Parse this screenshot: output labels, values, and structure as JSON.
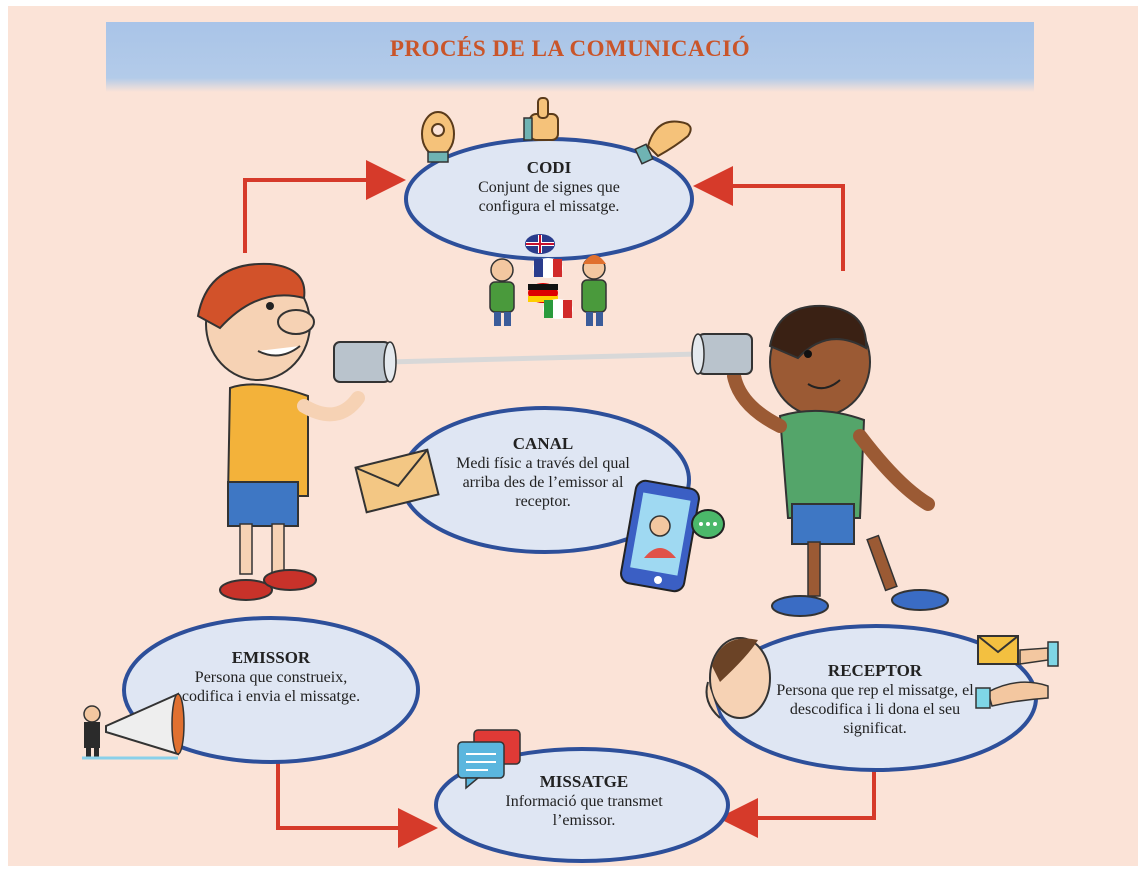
{
  "title": "PROCÉS DE LA COMUNICACIÓ",
  "codi": {
    "heading": "CODI",
    "body": "Conjunt de signes que configura el missatge."
  },
  "canal": {
    "heading": "CANAL",
    "body": "Medi físic a través del qual arriba des de l’emissor al receptor."
  },
  "emissor": {
    "heading": "EMISSOR",
    "body": "Persona que construeix, codifica i envia el missatge."
  },
  "receptor": {
    "heading": "RECEPTOR",
    "body": "Persona que rep el missatge, el descodifica i li dona el seu significat."
  },
  "missatge": {
    "heading": "MISSATGE",
    "body": "Informació que transmet l’emissor."
  },
  "colors": {
    "title": "#c9552a",
    "oval_fill": "#dfe6f3",
    "oval_stroke": "#2d4f9a",
    "arrow": "#d63a2a",
    "background": "#fbe3d7"
  }
}
